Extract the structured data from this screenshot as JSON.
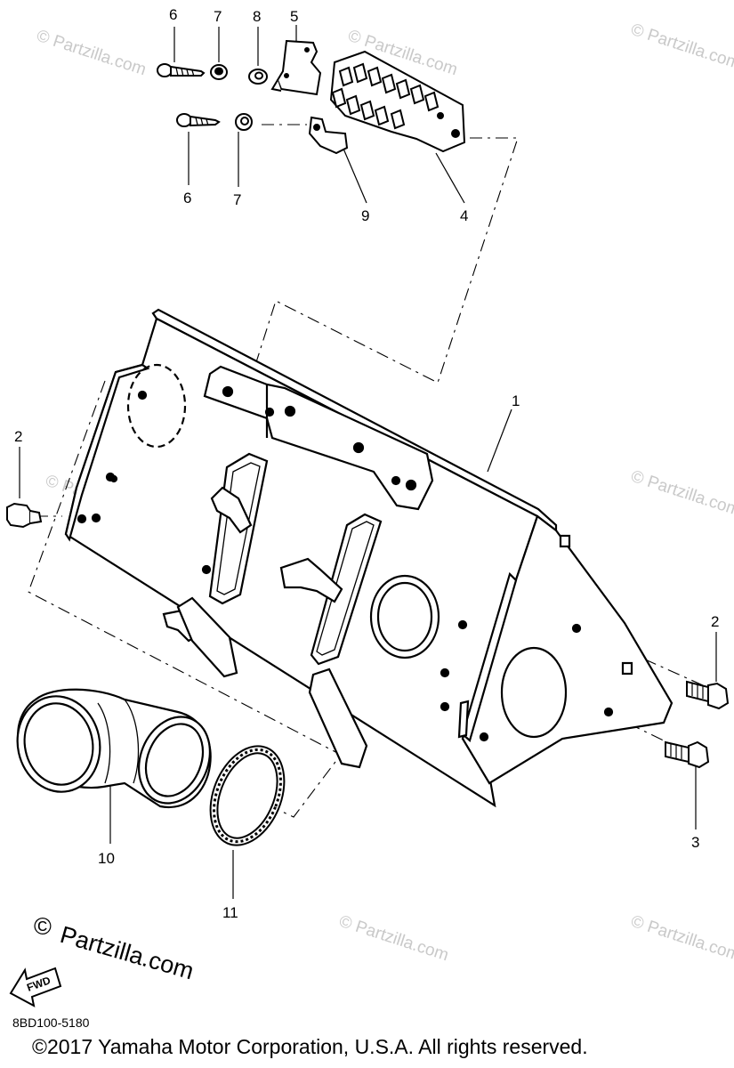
{
  "diagram": {
    "callouts": [
      "1",
      "2",
      "2",
      "3",
      "4",
      "5",
      "6",
      "6",
      "7",
      "7",
      "8",
      "9",
      "10",
      "11"
    ],
    "watermark_text": "© Partzilla.com",
    "brand_symbol": "©",
    "brand_text": "Partzilla.com",
    "fwd_label": "FWD",
    "part_number": "8BD100-5180",
    "copyright": "©2017  Yamaha Motor Corporation, U.S.A. All rights reserved."
  }
}
